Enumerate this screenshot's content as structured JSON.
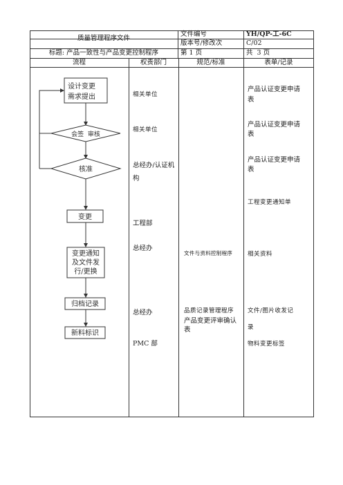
{
  "header": {
    "doc_title": "质量管理程序文件",
    "doc_no_label": "文件编号",
    "doc_no_value": "YH/QP-工-6C",
    "version_label": "版本号/修改次",
    "version_value": "C/02",
    "subject": "标题: 产品一致性与产品变更控制程序",
    "page_no": "第 1 页",
    "page_total": "共  3 页"
  },
  "columns": {
    "flow": "流程",
    "dept": "权责部门",
    "standard": "规范/标准",
    "forms": "表单/记录"
  },
  "flow_nodes": {
    "n1_line1": "设计变更",
    "n1_line2": "需求提出",
    "n2": "会签  审核",
    "n3": "核准",
    "n4": "变更",
    "n5_line1": "变更通知",
    "n5_line2": "及文件发",
    "n5_line3": "行/更换",
    "n6": "归档记录",
    "n7": "新料标识"
  },
  "departments": {
    "d1": "相关单位",
    "d2": "相关单位",
    "d3_line1": "总经办/认证机",
    "d3_line2": "构",
    "d4": "工程部",
    "d5": "总经办",
    "d6": "总经办",
    "d7": "PMC 部"
  },
  "standards": {
    "s1": "文件与资料控制程序",
    "s2": "品质记录管理程序",
    "s3_line1": "产品变更评审确认",
    "s3_line2": "表"
  },
  "records": {
    "r1_line1": "产品认证变更申请",
    "r1_line2": "表",
    "r2_line1": "产品认证变更申请",
    "r2_line2": "表",
    "r3_line1": "产品认证变更申请",
    "r3_line2": "表",
    "r4": "工程变更通知单",
    "r5": "相关资料",
    "r6_line1": "文件/图片收发记",
    "r6_line2": "录",
    "r7": "物料变更标签"
  }
}
